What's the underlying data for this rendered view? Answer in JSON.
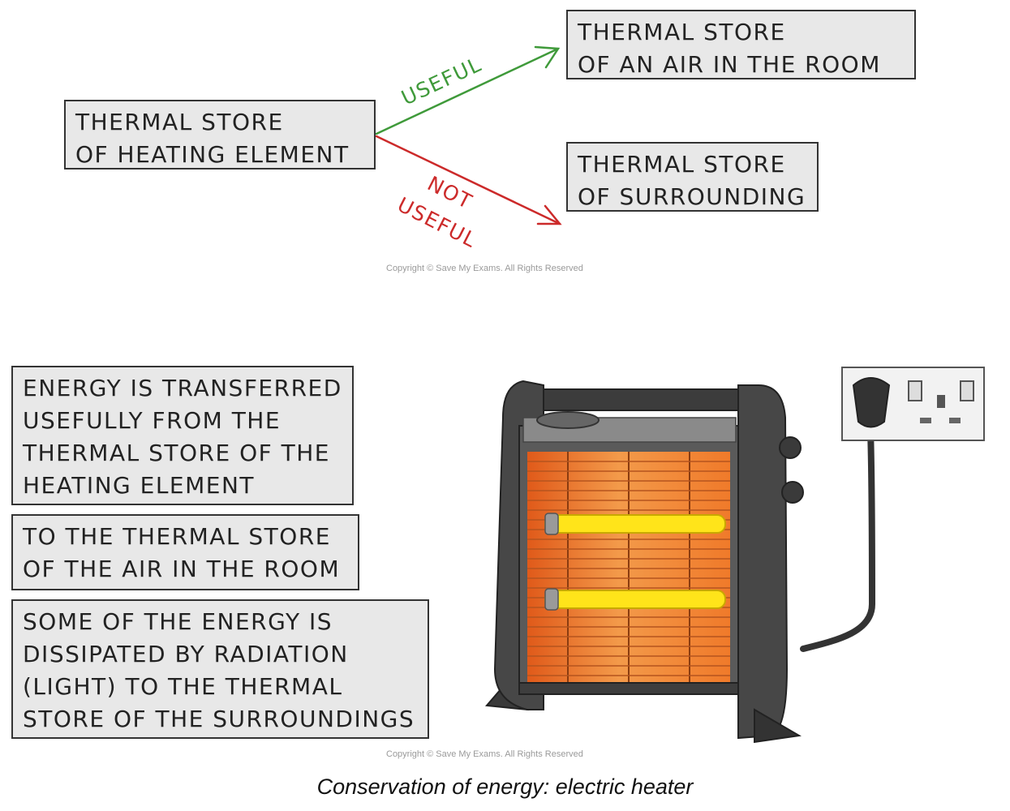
{
  "flow": {
    "source": {
      "line1": "THERMAL  STORE",
      "line2": "OF  HEATING  ELEMENT"
    },
    "useful_target": {
      "line1": "THERMAL  STORE",
      "line2": "OF  AN  AIR  IN  THE  ROOM"
    },
    "wasted_target": {
      "line1": "THERMAL  STORE",
      "line2": "OF  SURROUNDING"
    },
    "useful_label": "USEFUL",
    "not_useful_label_1": "NOT",
    "not_useful_label_2": "USEFUL"
  },
  "notes": {
    "note1": {
      "l1": "ENERGY  IS  TRANSFERRED",
      "l2": "USEFULLY  FROM  THE",
      "l3": "THERMAL  STORE  OF  THE",
      "l4": "HEATING  ELEMENT"
    },
    "note2": {
      "l1": "TO  THE  THERMAL  STORE",
      "l2": "OF  THE  AIR  IN  THE  ROOM"
    },
    "note3": {
      "l1": "SOME  OF  THE  ENERGY  IS",
      "l2": "DISSIPATED  BY  RADIATION",
      "l3": "(LIGHT)  TO  THE  THERMAL",
      "l4": "STORE  OF  THE  SURROUNDINGS"
    }
  },
  "copyright_top": "Copyright © Save My Exams. All Rights Reserved",
  "copyright_bottom": "Copyright © Save My Exams. All Rights Reserved",
  "caption": "Conservation of energy: electric heater",
  "colors": {
    "useful_arrow": "#3f9a3a",
    "not_useful_arrow": "#cc2a2a",
    "box_fill": "#e8e8e8",
    "heater_body": "#4a4a4a",
    "heater_glow": "#f08a3a",
    "heating_element": "#ffe41a"
  },
  "icons": [
    "electric-heater-icon",
    "wall-socket-icon",
    "plug-icon"
  ]
}
